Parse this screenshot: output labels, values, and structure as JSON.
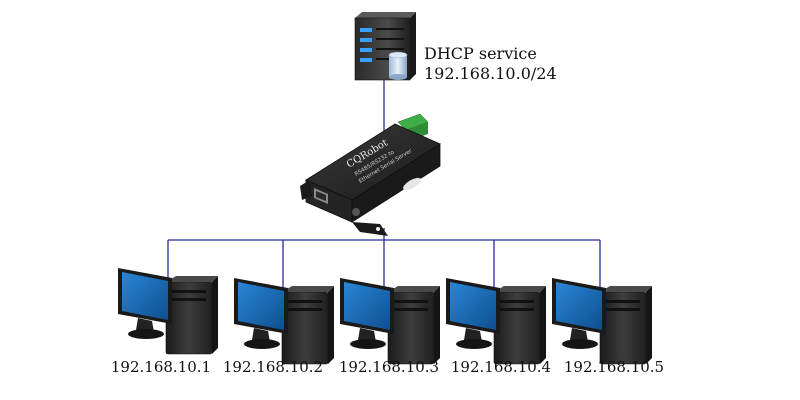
{
  "server": {
    "label_line1": "DHCP service",
    "label_line2": "192.168.10.0/24",
    "icon": "server-icon",
    "db_icon": "database-icon"
  },
  "device": {
    "brand": "CQRobot",
    "model_line": "RS485/RS232 to",
    "desc_line": "Ethernet Serial Server",
    "icon": "serial-server-device-icon"
  },
  "clients": [
    {
      "ip": "192.168.10.1",
      "icon": "computer-icon"
    },
    {
      "ip": "192.168.10.2",
      "icon": "computer-icon"
    },
    {
      "ip": "192.168.10.3",
      "icon": "computer-icon"
    },
    {
      "ip": "192.168.10.4",
      "icon": "computer-icon"
    },
    {
      "ip": "192.168.10.5",
      "icon": "computer-icon"
    }
  ],
  "colors": {
    "link_line": "#2b2b9a",
    "monitor_screen": "#1f6fb5",
    "dark_metal": "#2b2b2b",
    "terminal_green": "#3fae49",
    "led_blue": "#3aa0ff"
  }
}
